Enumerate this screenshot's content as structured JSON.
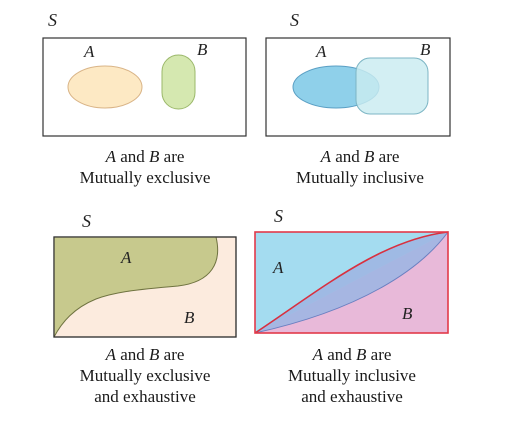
{
  "panels": [
    {
      "universe_label": "S",
      "set_a_label": "A",
      "set_b_label": "B",
      "caption": {
        "a": "A",
        "and": " and ",
        "b": "B",
        "are": " are",
        "line2": "Mutually exclusive",
        "line3": ""
      }
    },
    {
      "universe_label": "S",
      "set_a_label": "A",
      "set_b_label": "B",
      "caption": {
        "a": "A",
        "and": " and ",
        "b": "B",
        "are": " are",
        "line2": "Mutually inclusive",
        "line3": ""
      }
    },
    {
      "universe_label": "S",
      "set_a_label": "A",
      "set_b_label": "B",
      "caption": {
        "a": "A",
        "and": " and ",
        "b": "B",
        "are": " are",
        "line2": "Mutually exclusive",
        "line3": "and exhaustive"
      }
    },
    {
      "universe_label": "S",
      "set_a_label": "A",
      "set_b_label": "B",
      "caption": {
        "a": "A",
        "and": " and ",
        "b": "B",
        "are": " are",
        "line2": "Mutually inclusive",
        "line3": "and exhaustive"
      }
    }
  ],
  "colors": {
    "frame": "#333333",
    "exclusive_a": "#fde9c4",
    "exclusive_b": "#d5e8b0",
    "inclusive_a": "#8fd0ea",
    "inclusive_b": "#c9ecf0",
    "exhaustive_a": "#c7c98d",
    "exhaustive_b": "#fcebde",
    "incl_exh_a": "#a4dcf0",
    "incl_exh_b": "#e8b9d9",
    "incl_exh_border": "#e23a4a"
  }
}
